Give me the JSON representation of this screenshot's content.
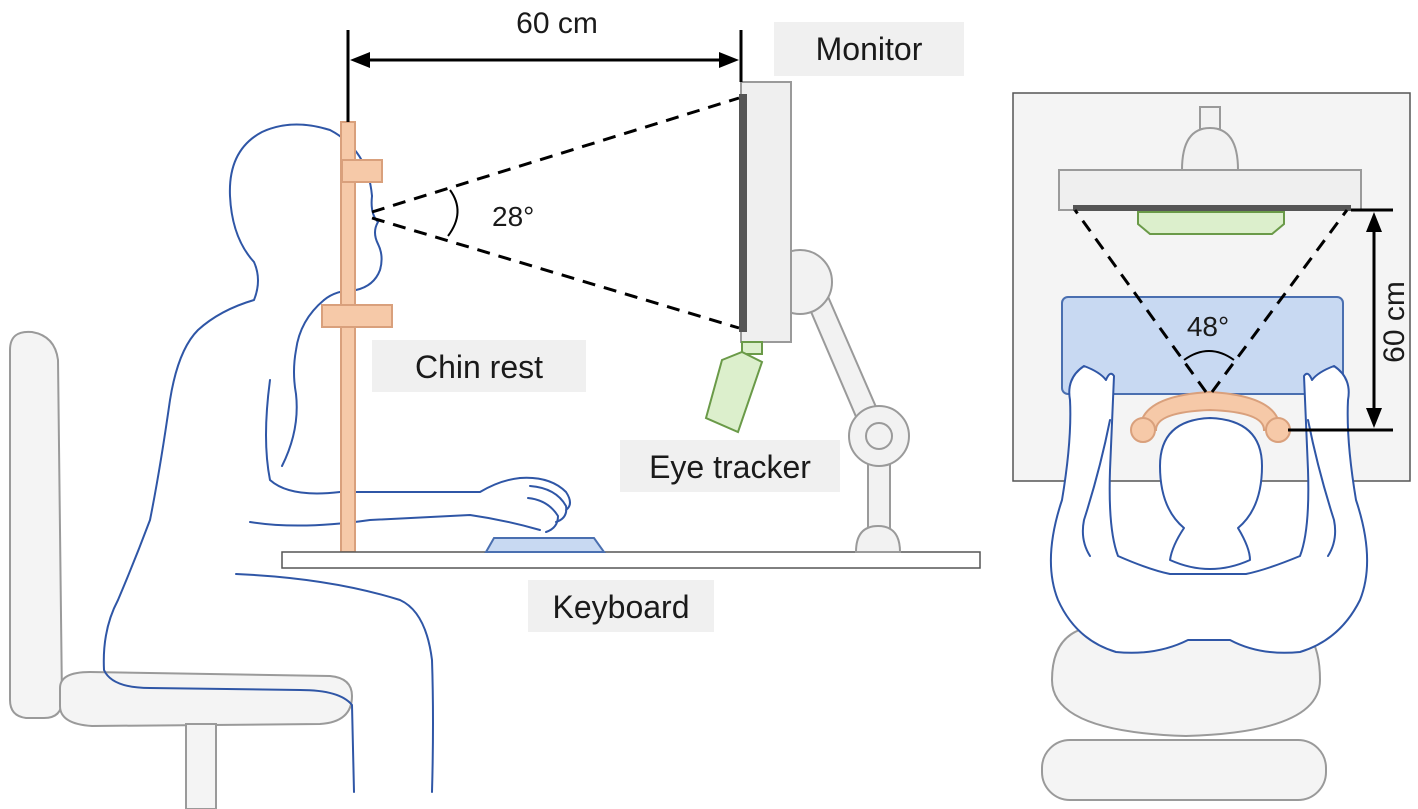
{
  "side_view": {
    "distance_label": "60 cm",
    "angle_label": "28°",
    "labels": {
      "monitor": "Monitor",
      "chin_rest": "Chin rest",
      "eye_tracker": "Eye tracker",
      "keyboard": "Keyboard"
    }
  },
  "top_view": {
    "angle_label": "48°",
    "distance_label": "60 cm"
  },
  "colors": {
    "outline_person": "#2f56a6",
    "chin_rest_fill": "#f6c9a8",
    "chin_rest_stroke": "#d9a07c",
    "eye_tracker_fill": "#dcefcc",
    "eye_tracker_stroke": "#6a9a48",
    "keyboard_fill": "#c8d9f2",
    "keyboard_stroke": "#4a6fb0",
    "screen": "#555555",
    "furniture_fill": "#f2f2f2",
    "furniture_stroke": "#9a9a9a",
    "label_box": "#f0f0f0",
    "line": "#000000"
  }
}
